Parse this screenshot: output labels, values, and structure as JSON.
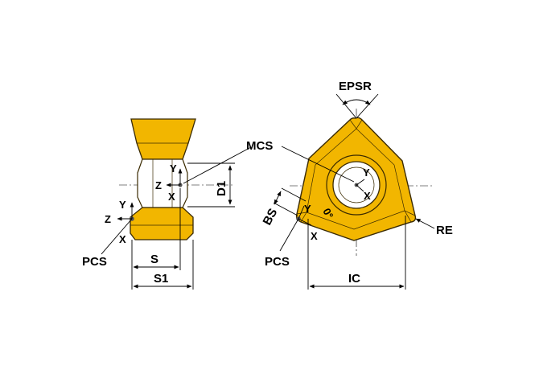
{
  "colors": {
    "insert_fill": "#f2b600",
    "insert_dark": "#c89400",
    "edge": "#3a2a00",
    "line": "#000000"
  },
  "side_view": {
    "pcs": {
      "label": "PCS",
      "y": "Y",
      "z": "Z",
      "x": "X"
    },
    "mcs_axes": {
      "y": "Y",
      "z": "Z",
      "x": "X"
    },
    "dim_d1": "D1",
    "dim_s": "S",
    "dim_s1": "S1"
  },
  "top_view": {
    "mcs": "MCS",
    "mcs_axes": {
      "y": "Y",
      "x": "X"
    },
    "epsr": "EPSR",
    "bs": "BS",
    "angle": "0°",
    "pcs": {
      "label": "PCS",
      "y": "Y",
      "x": "X"
    },
    "re": "RE",
    "ic": "IC"
  }
}
